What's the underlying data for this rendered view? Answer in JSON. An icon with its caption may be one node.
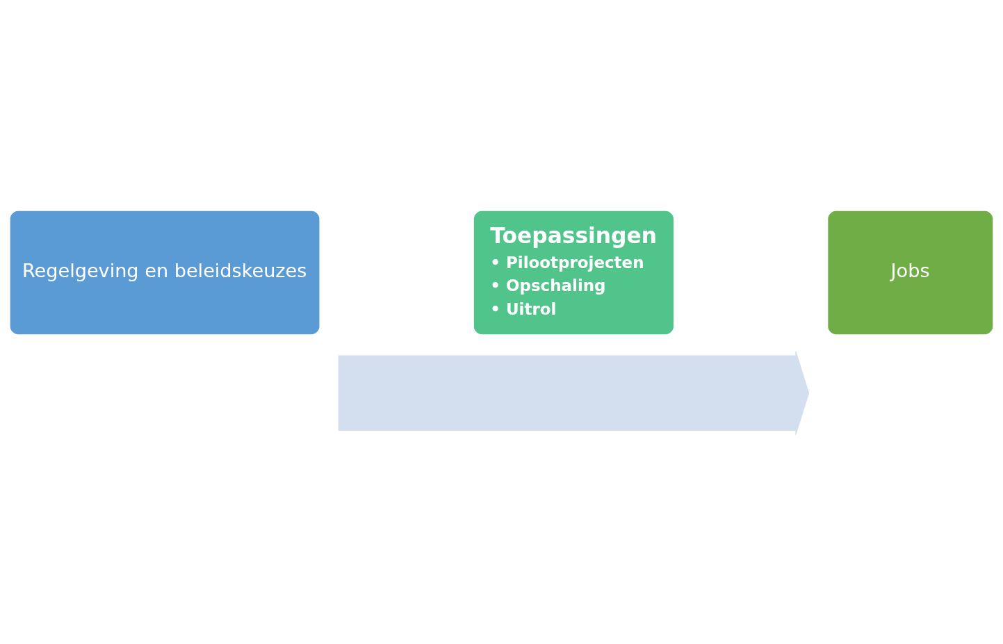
{
  "diagram": {
    "nodes": [
      {
        "text": [],
        "shape": "arrow"
      },
      {
        "text": [
          "Regelgeving en beleidskeuzes"
        ]
      },
      {
        "text": [
          "Toepassingen",
          "• Pilootprojecten",
          "• Opschaling",
          "• Uitrol"
        ]
      },
      {
        "text": [
          "Jobs"
        ]
      }
    ],
    "edges": []
  }
}
